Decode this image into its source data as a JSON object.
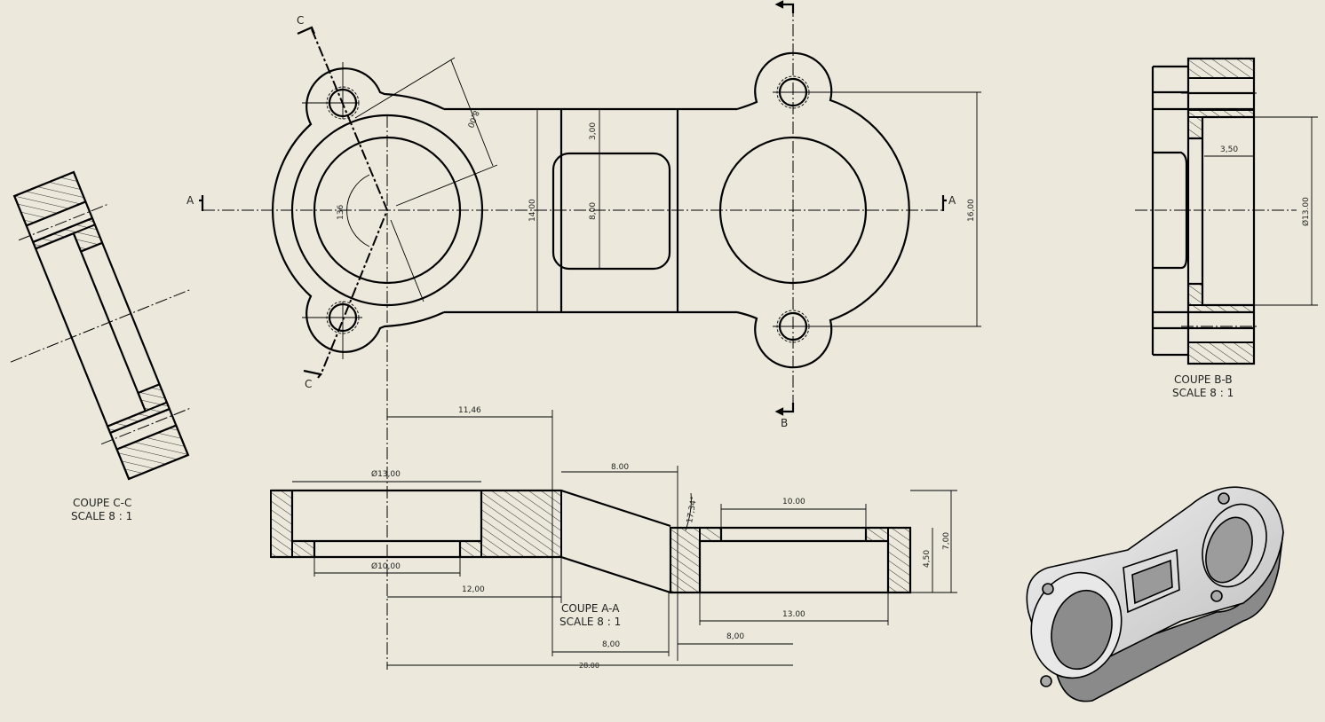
{
  "colors": {
    "paper": "#ECE9DC",
    "line": "#000000",
    "shade_light": "#E6E6E6",
    "shade_mid": "#B8B8B8",
    "shade_dark": "#7A7A7A"
  },
  "top_view": {
    "section_labels": {
      "a_left": "A",
      "a_right": "A",
      "b_top_arrow": "",
      "b_bottom": "B",
      "c_top": "C",
      "c_bottom": "C"
    },
    "dimensions": {
      "ear_offset": "8,00",
      "angle": "136",
      "arm_width": "14,00",
      "window_offset": "3,00",
      "window_height": "8,00",
      "bolt_spacing": "16,00"
    }
  },
  "section_aa": {
    "caption": "COUPE A-A",
    "scale": "SCALE 8 : 1",
    "dimensions": {
      "d_1146": "11,46",
      "bore_left": "Ø13,00",
      "hole_left": "Ø10,00",
      "d_12": "12,00",
      "slope_len": "8.00",
      "angle": "17,34°",
      "hole_right": "10.00",
      "bore_right": "13.00",
      "h_7": "7,00",
      "h_45": "4,50",
      "d_8a": "8,00",
      "d_8b": "8,00",
      "overall": "28.00"
    }
  },
  "section_bb": {
    "caption": "COUPE B-B",
    "scale": "SCALE 8 : 1",
    "dimensions": {
      "depth": "3,50",
      "bore": "Ø13.00"
    }
  },
  "section_cc": {
    "caption": "COUPE C-C",
    "scale": "SCALE 8 : 1"
  }
}
